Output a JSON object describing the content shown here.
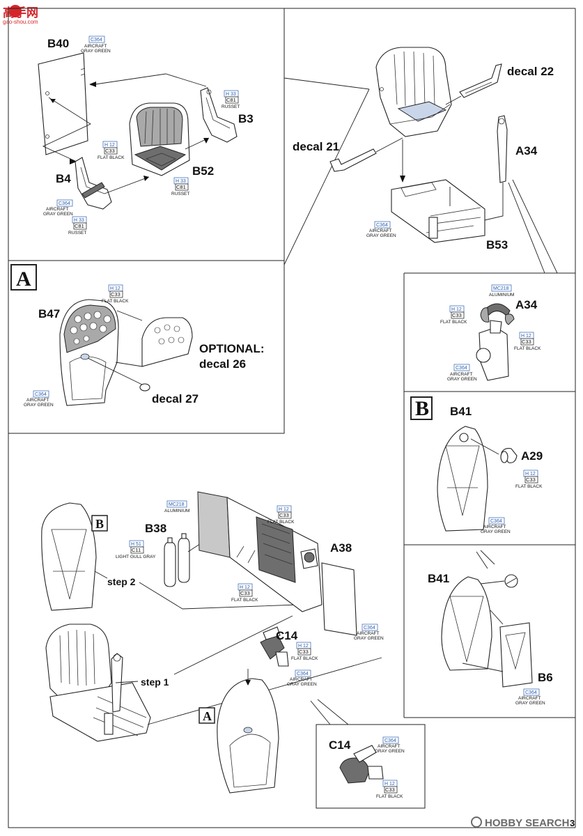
{
  "watermark_top": {
    "logo_text": "高手网",
    "site": "gao-shou.com"
  },
  "watermark_bottom": {
    "logo_text": "HOBBY SEARCH"
  },
  "page_number": "3",
  "sections": {
    "section_a_letter": "A",
    "section_b_letter": "B"
  },
  "part_labels": {
    "b40": "B40",
    "b3": "B3",
    "b4": "B4",
    "b52": "B52",
    "b53": "B53",
    "a34_top": "A34",
    "a34_detail": "A34",
    "b47": "B47",
    "b41_a": "B41",
    "a29": "A29",
    "b41_b": "B41",
    "b6": "B6",
    "b38": "B38",
    "a38": "A38",
    "c14_main": "C14",
    "c14_detail": "C14"
  },
  "decal_labels": {
    "decal22": "decal 22",
    "decal21": "decal 21",
    "optional_1": "OPTIONAL:",
    "optional_2": "decal 26",
    "decal27": "decal 27"
  },
  "step_labels": {
    "step1": "step 1",
    "step2": "step 2"
  },
  "color_callouts": {
    "b40_c364": {
      "code": "C364",
      "name1": "AIRCRAFT",
      "name2": "GRAY GREEN"
    },
    "b3_h33": {
      "code": "H 33",
      "c": "C81",
      "name1": "RUSSET"
    },
    "b52_h12": {
      "code": "H 12",
      "c": "C33",
      "name1": "FLAT BLACK"
    },
    "b52_h33": {
      "code": "H 33",
      "c": "C81",
      "name1": "RUSSET"
    },
    "b4_c364": {
      "code": "C364",
      "name1": "AIRCRAFT",
      "name2": "GRAY GREEN"
    },
    "b4_h33": {
      "code": "H 33",
      "c": "C81",
      "name1": "RUSSET"
    },
    "b53_c364": {
      "code": "C364",
      "name1": "AIRCRAFT",
      "name2": "GRAY GREEN"
    },
    "a34_mc218": {
      "code": "MC218",
      "name1": "ALUMINIUM"
    },
    "a34_h12_l": {
      "code": "H 12",
      "c": "C33",
      "name1": "FLAT BLACK"
    },
    "a34_h12_r": {
      "code": "H 12",
      "c": "C33",
      "name1": "FLAT BLACK"
    },
    "a34_c364": {
      "code": "C364",
      "name1": "AIRCRAFT",
      "name2": "GRAY GREEN"
    },
    "b47_h12": {
      "code": "H 12",
      "c": "C33",
      "name1": "FLAT BLACK"
    },
    "b47_c364": {
      "code": "C364",
      "name1": "AIRCRAFT",
      "name2": "GRAY GREEN"
    },
    "a29_h12": {
      "code": "H 12",
      "c": "C33",
      "name1": "FLAT BLACK"
    },
    "b41_c364": {
      "code": "C364",
      "name1": "AIRCRAFT",
      "name2": "GRAY GREEN"
    },
    "b6_c364": {
      "code": "C364",
      "name1": "AIRCRAFT",
      "name2": "GRAY GREEN"
    },
    "mc218_main": {
      "code": "MC218",
      "name1": "ALUMINIUM"
    },
    "b38_h51": {
      "code": "H 51",
      "c": "C11",
      "name1": "LIGHT GULL GRAY"
    },
    "a38_h12_top": {
      "code": "H 12",
      "c": "C33",
      "name1": "FLAT BLACK"
    },
    "a38_h12_low": {
      "code": "H 12",
      "c": "C33",
      "name1": "FLAT BLACK"
    },
    "a38_c364": {
      "code": "C364",
      "name1": "AIRCRAFT",
      "name2": "GRAY GREEN"
    },
    "c14_h12": {
      "code": "H 12",
      "c": "C33",
      "name1": "FLAT BLACK"
    },
    "c14_c364": {
      "code": "C364",
      "name1": "AIRCRAFT",
      "name2": "GRAY GREEN"
    },
    "c14d_c364": {
      "code": "C364",
      "name1": "AIRCRAFT",
      "name2": "GRAY GREEN"
    },
    "c14d_h12": {
      "code": "H 12",
      "c": "C33",
      "name1": "FLAT BLACK"
    }
  }
}
